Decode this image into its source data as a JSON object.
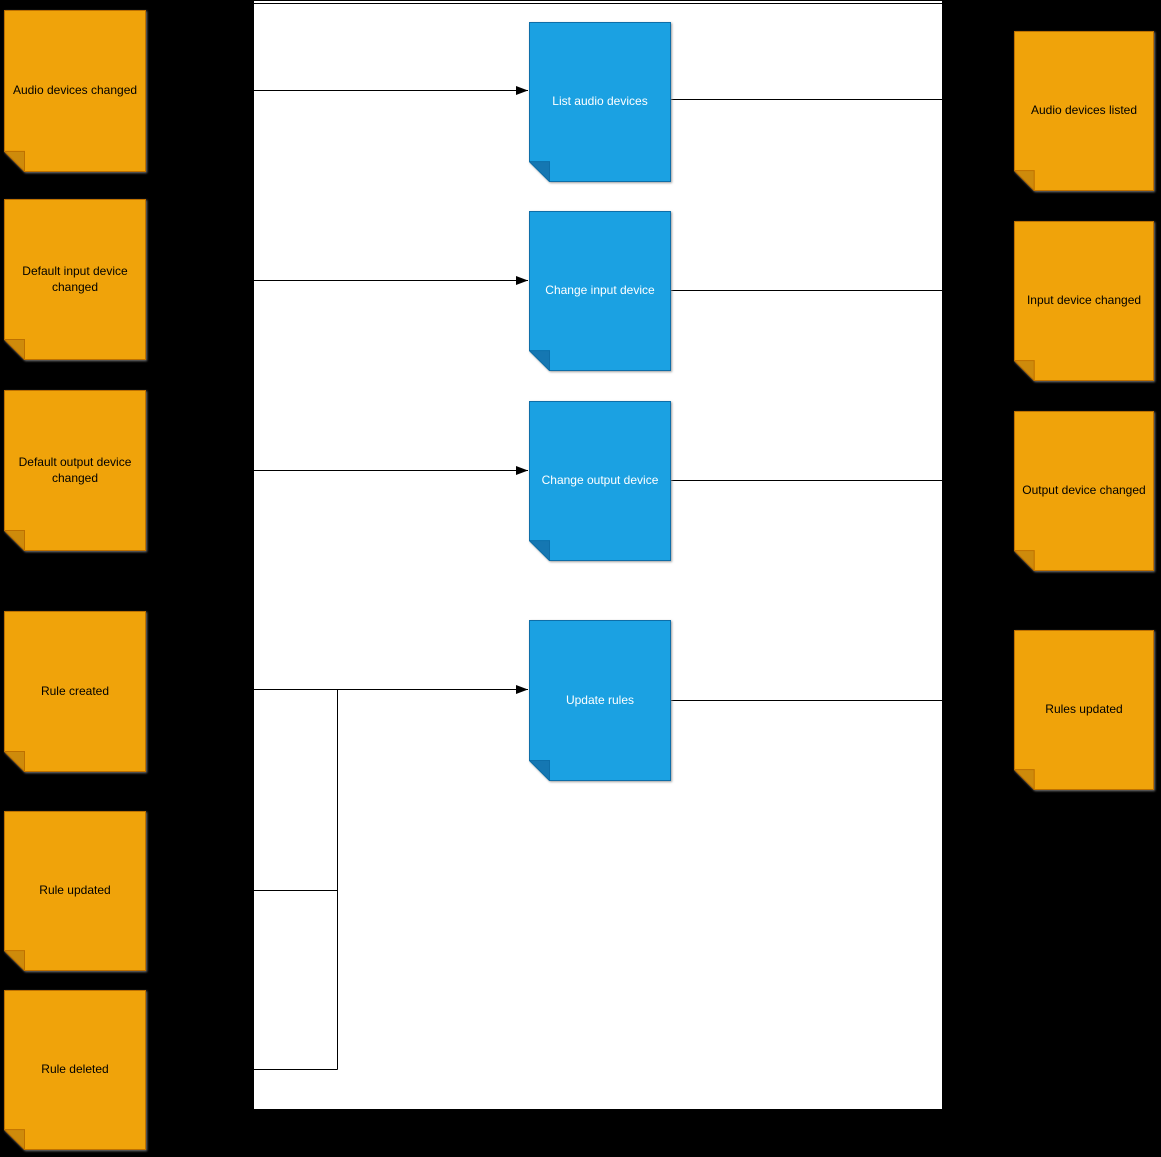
{
  "colors": {
    "background": "#000000",
    "canvas": "#FFFFFF",
    "wire": "#000000",
    "note_fill": "#F0A30A",
    "note_stroke": "#BD7000",
    "note_fold": "#CE8B0B",
    "note_text": "#000000",
    "action_fill": "#1BA1E2",
    "action_stroke": "#0E6EA8",
    "action_fold": "#1577B2",
    "action_text": "#FFFFFF"
  },
  "left_notes": [
    {
      "label": "Audio devices changed"
    },
    {
      "label": "Default input device changed"
    },
    {
      "label": "Default output device changed"
    },
    {
      "label": "Rule created"
    },
    {
      "label": "Rule updated"
    },
    {
      "label": "Rule deleted"
    }
  ],
  "actions": [
    {
      "label": "List audio devices"
    },
    {
      "label": "Change input device"
    },
    {
      "label": "Change output device"
    },
    {
      "label": "Update rules"
    }
  ],
  "right_notes": [
    {
      "label": "Audio devices listed"
    },
    {
      "label": "Input device changed"
    },
    {
      "label": "Output device changed"
    },
    {
      "label": "Rules updated"
    }
  ]
}
